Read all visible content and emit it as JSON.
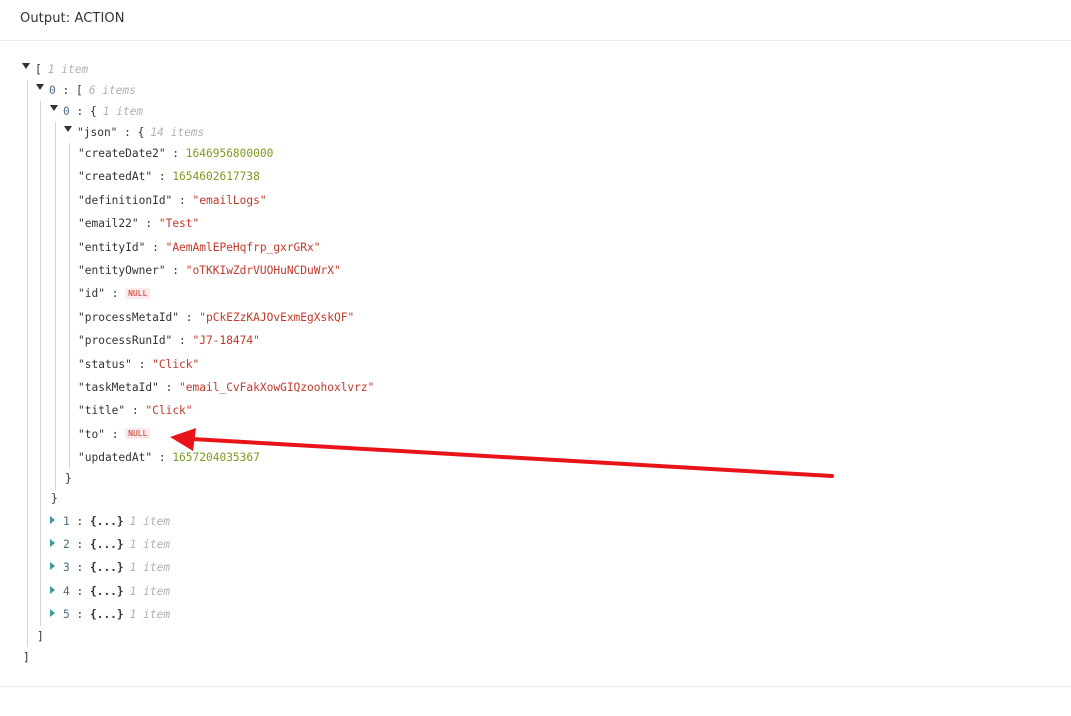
{
  "header": {
    "title": "Output: ACTION"
  },
  "tree": {
    "root_bracket_open": "[",
    "root_bracket_close": "]",
    "root_meta": "1 item",
    "level1": {
      "index": "0",
      "bracket_open": "[",
      "bracket_close": "]",
      "meta": "6 items"
    },
    "level2": {
      "index": "0",
      "brace_open": "{",
      "brace_close": "}",
      "meta": "1 item"
    },
    "json_node": {
      "key": "\"json\"",
      "brace_open": "{",
      "brace_close": "}",
      "meta": "14 items"
    },
    "fields": [
      {
        "key": "\"createDate2\"",
        "value": "1646956800000",
        "type": "number"
      },
      {
        "key": "\"createdAt\"",
        "value": "1654602617738",
        "type": "number"
      },
      {
        "key": "\"definitionId\"",
        "value": "\"emailLogs\"",
        "type": "string"
      },
      {
        "key": "\"email22\"",
        "value": "\"Test\"",
        "type": "string"
      },
      {
        "key": "\"entityId\"",
        "value": "\"AemAmlEPeHqfrp_gxrGRx\"",
        "type": "string"
      },
      {
        "key": "\"entityOwner\"",
        "value": "\"oTKKIwZdrVUOHuNCDuWrX\"",
        "type": "string"
      },
      {
        "key": "\"id\"",
        "value": "NULL",
        "type": "null"
      },
      {
        "key": "\"processMetaId\"",
        "value": "\"pCkEZzKAJOvExmEgXskQF\"",
        "type": "string"
      },
      {
        "key": "\"processRunId\"",
        "value": "\"J7-18474\"",
        "type": "string"
      },
      {
        "key": "\"status\"",
        "value": "\"Click\"",
        "type": "string"
      },
      {
        "key": "\"taskMetaId\"",
        "value": "\"email_CvFakXowGIQzoohoxlvrz\"",
        "type": "string"
      },
      {
        "key": "\"title\"",
        "value": "\"Click\"",
        "type": "string"
      },
      {
        "key": "\"to\"",
        "value": "NULL",
        "type": "null"
      },
      {
        "key": "\"updatedAt\"",
        "value": "1657204035367",
        "type": "number"
      }
    ],
    "collapsed_items": [
      {
        "index": "1",
        "braces": "{...}",
        "meta": "1 item"
      },
      {
        "index": "2",
        "braces": "{...}",
        "meta": "1 item"
      },
      {
        "index": "3",
        "braces": "{...}",
        "meta": "1 item"
      },
      {
        "index": "4",
        "braces": "{...}",
        "meta": "1 item"
      },
      {
        "index": "5",
        "braces": "{...}",
        "meta": "1 item"
      }
    ]
  },
  "annotation": {
    "arrow_color": "#e8141a"
  },
  "colors": {
    "string": "#c0392b",
    "number": "#7a9a1e",
    "meta": "#b0b0b0",
    "index": "#4a6b8a"
  }
}
